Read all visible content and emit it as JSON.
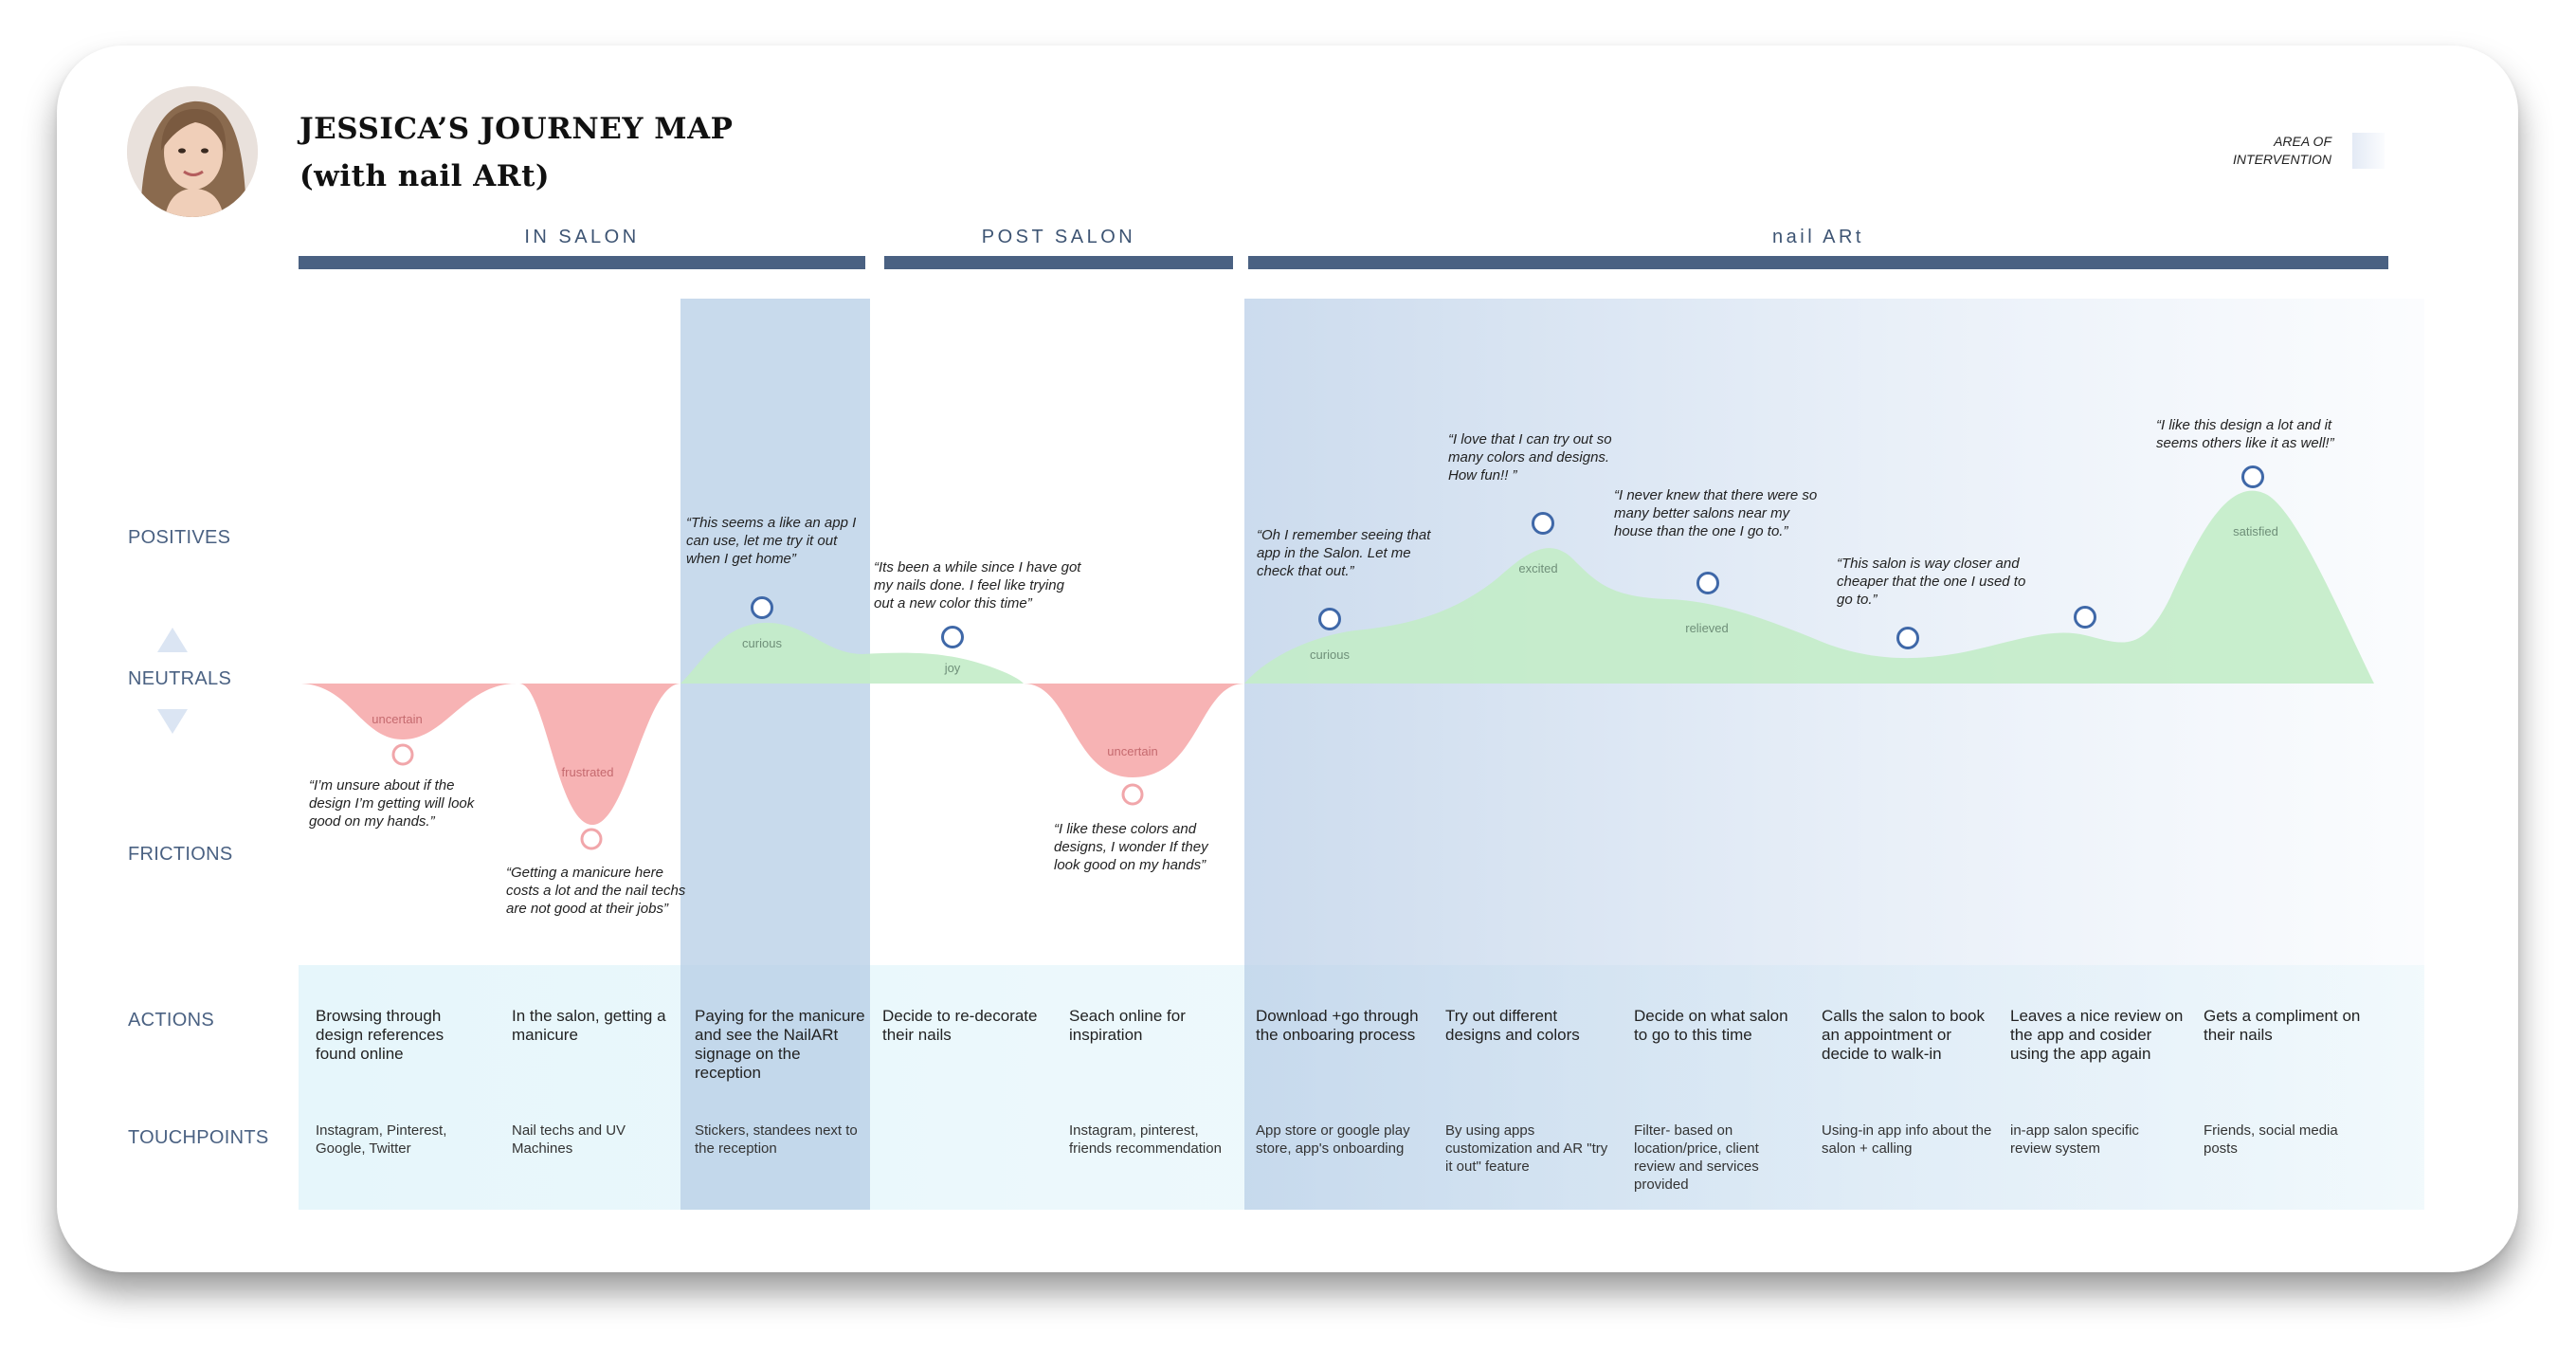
{
  "header": {
    "title_line1": "JESSICA’S  JOURNEY MAP",
    "title_line2": "(with nail ARt)",
    "area_of_intervention": "AREA OF INTERVENTION"
  },
  "phases": [
    {
      "label": "IN SALON"
    },
    {
      "label": "POST SALON"
    },
    {
      "label": "nail ARt"
    }
  ],
  "row_labels": {
    "positives": "POSITIVES",
    "neutrals": "NEUTRALS",
    "frictions": "FRICTIONS",
    "actions": "ACTIONS",
    "touchpoints": "TOUCHPOINTS"
  },
  "emotion_labels": [
    "uncertain",
    "frustrated",
    "curious",
    "joy",
    "uncertain",
    "curious",
    "excited",
    "relieved",
    "satisfied"
  ],
  "quotes": [
    "“I’m unsure about if the design I’m getting will look good on my hands.”",
    "“Getting a manicure here costs a lot and the nail techs are not good at their jobs”",
    "“This seems a like an app I can use, let me try it out when I get home”",
    "“Its been a while since I have got my nails done. I feel like trying out a new color this time”",
    "“I like these colors and designs, I wonder If they look good on my hands”",
    "“Oh I remember seeing that app in the Salon. Let me check that out.”",
    "“I love that I can try out so many colors and designs. How fun!! ”",
    "“I never knew that there were so many better salons near my house than the one I go to.”",
    "“This salon is way closer and cheaper that the one I used to go to.”",
    "“I like this design a lot and it seems others like it as well!”"
  ],
  "steps": [
    {
      "action": "Browsing through design references found online",
      "touchpoint": "Instagram, Pinterest, Google, Twitter"
    },
    {
      "action": "In the salon, getting a manicure",
      "touchpoint": "Nail techs and UV Machines"
    },
    {
      "action": "Paying for the manicure and see the NailARt signage on the reception",
      "touchpoint": "Stickers, standees next to the reception"
    },
    {
      "action": "Decide to re-decorate their nails",
      "touchpoint": ""
    },
    {
      "action": "Seach online for inspiration",
      "touchpoint": "Instagram, pinterest, friends recommendation"
    },
    {
      "action": "Download +go through the onboaring process",
      "touchpoint": "App store or google play store, app's onboarding"
    },
    {
      "action": "Try out different designs and colors",
      "touchpoint": "By using apps customization and AR \"try it out\" feature"
    },
    {
      "action": "Decide on what salon to go to this time",
      "touchpoint": "Filter- based on location/price, client review and services provided"
    },
    {
      "action": "Calls the salon to book an appointment or decide to walk-in",
      "touchpoint": "Using-in app info about the salon + calling"
    },
    {
      "action": "Leaves a nice review on the app and cosider using the app again",
      "touchpoint": "in-app salon specific review system"
    },
    {
      "action": "Gets a compliment on their nails",
      "touchpoint": "Friends, social media posts"
    }
  ],
  "colors": {
    "phase_bar": "#4a6182",
    "positive_fill": "#c3ecc8",
    "friction_fill": "#f7b3b4",
    "positive_marker": "#3f68a8",
    "friction_marker": "#f1a6aa",
    "highlight_column": "#c8d9ec",
    "actions_band": "#e8f7fb"
  },
  "icons": [
    "up-triangle-icon",
    "down-triangle-icon"
  ]
}
